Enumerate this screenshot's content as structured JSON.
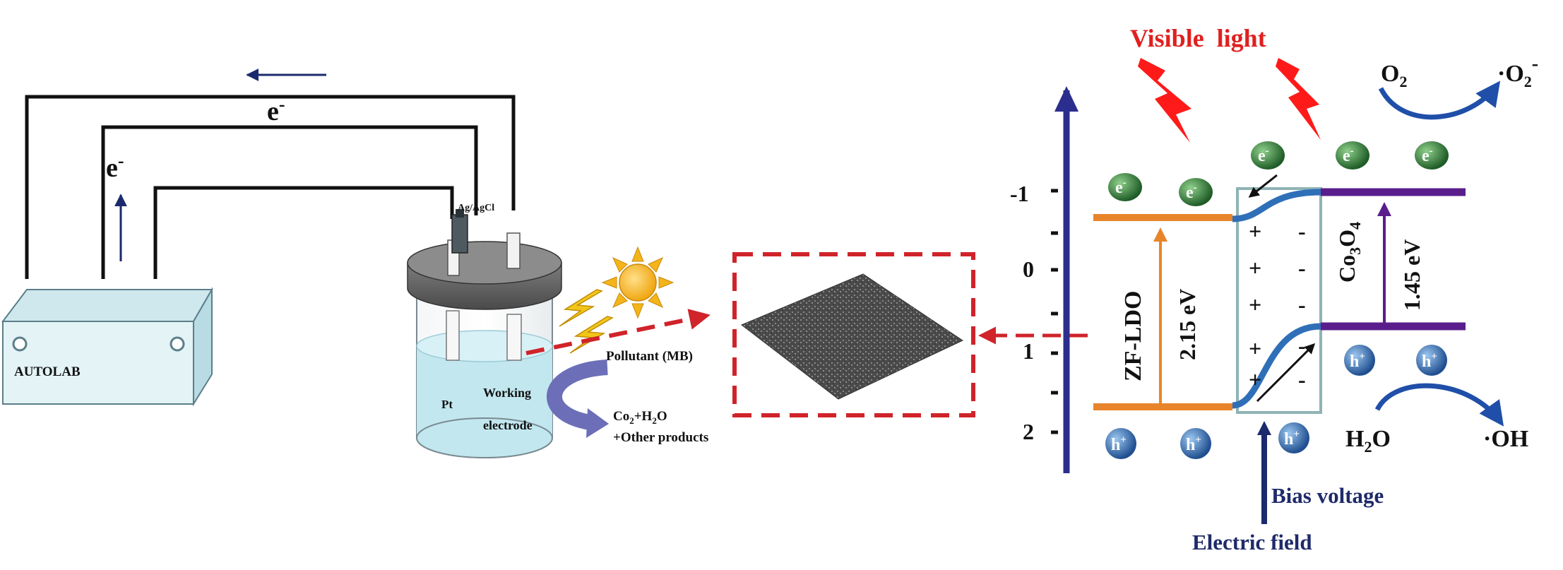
{
  "colors": {
    "circuit_wire": "#111111",
    "autolab_face": "#e3f3f6",
    "autolab_top": "#cfe8ee",
    "autolab_edge": "#5b7f8a",
    "electrolyte": "#bfe6ee",
    "arrow_navy": "#1a2a6c",
    "red_dashed": "#d0232a",
    "sun_yellow": "#f4b41a",
    "lightning_yellow": "#f2c51a",
    "band_axis": "#2b2e8c",
    "zf_ldo_band": "#e8852a",
    "co3o4_band": "#5a1e8c",
    "junction_box": "#8fb3b5",
    "junction_curve": "#2f6fb8",
    "electron_green": "#2f7a3a",
    "hole_blue": "#2f6fb3",
    "lightning_red": "#ff1a1a",
    "text_red": "#e0201f",
    "text_navy": "#1e2a6a",
    "bias_arrow": "#1a2a6c",
    "redox_arrow": "#1f4fa8"
  },
  "cell": {
    "autolab_label": "AUTOLAB",
    "electron_label_top": "e",
    "electron_label_left": "e",
    "electron_sup": "-",
    "reference_label": "Ag/AgCl",
    "counter_label": "Pt",
    "working_label_1": "Working",
    "working_label_2": "electrode",
    "pollutant_label": "Pollutant (MB)",
    "product_line_1_a": "Co",
    "product_line_1_sub": "2",
    "product_line_1_b": "+H",
    "product_line_1_sub2": "2",
    "product_line_1_c": "O",
    "product_line_2": "+Other products"
  },
  "band": {
    "title": "Visible  light",
    "y_ticks": [
      "-1",
      "0",
      "1",
      "2"
    ],
    "left_material": "ZF-LDO",
    "left_gap": "2.15 eV",
    "right_material_a": "Co",
    "right_material_sub": "3",
    "right_material_b": "O",
    "right_material_sub2": "4",
    "right_gap": "1.45 eV",
    "electron": "e",
    "electron_sup": "-",
    "hole": "h",
    "hole_sup": "+",
    "plus_sign": "+",
    "minus_sign": "-",
    "o2_a": "O",
    "o2_sub": "2",
    "superoxide_a": "·O",
    "superoxide_sub": "2",
    "superoxide_sup": "-",
    "h2o_a": "H",
    "h2o_sub": "2",
    "h2o_b": "O",
    "hydroxyl": "·OH",
    "bias_label": "Bias voltage",
    "field_label": "Electric field"
  }
}
